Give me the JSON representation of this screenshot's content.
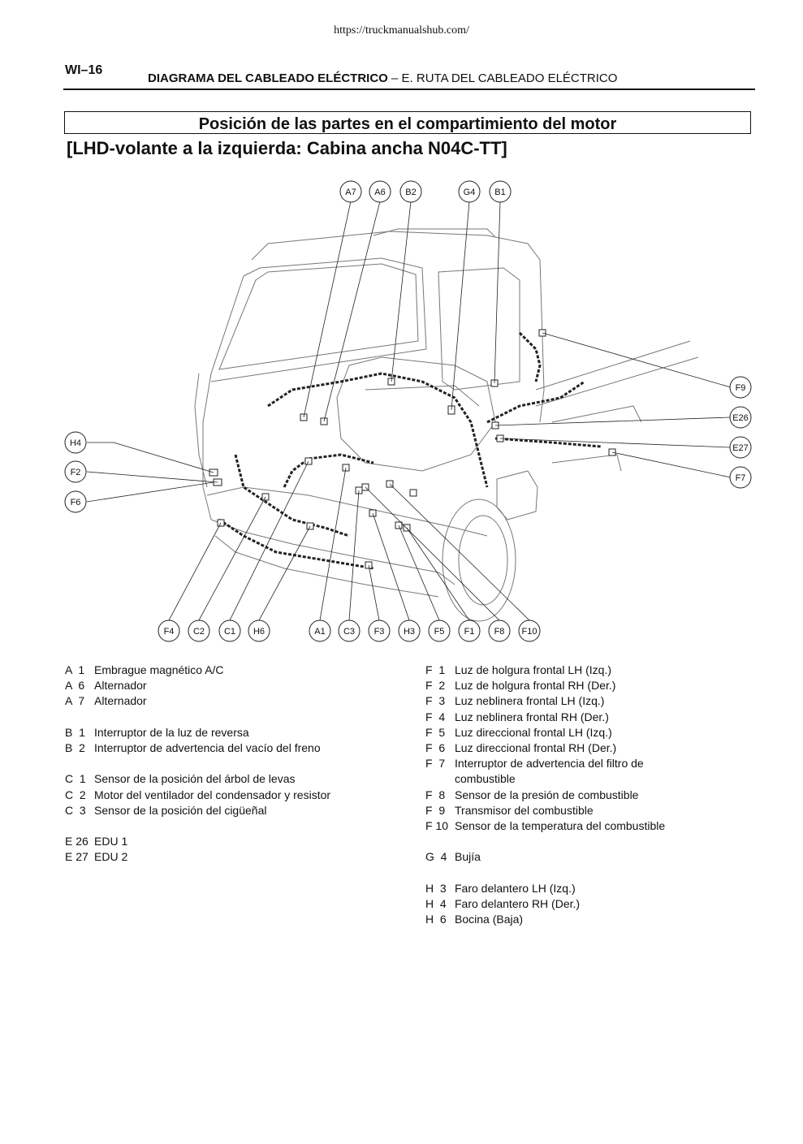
{
  "url": "https://truckmanualshub.com/",
  "page_number": "WI–16",
  "header": {
    "bold": "DIAGRAMA DEL CABLEADO ELÉCTRICO",
    "rest": " – E. RUTA DEL CABLEADO ELÉCTRICO"
  },
  "title": "Posición de las partes en el compartimiento del motor",
  "subtitle": "[LHD-volante a la izquierda: Cabina ancha N04C-TT]",
  "callouts": {
    "A7": "A7",
    "A6": "A6",
    "B2": "B2",
    "G4": "G4",
    "B1": "B1",
    "F9": "F9",
    "E26": "E26",
    "E27": "E27",
    "F7": "F7",
    "H4": "H4",
    "F2": "F2",
    "F6": "F6",
    "F4": "F4",
    "C2": "C2",
    "C1": "C1",
    "H6": "H6",
    "A1": "A1",
    "C3": "C3",
    "F3": "F3",
    "H3": "H3",
    "F5": "F5",
    "F1": "F1",
    "F8": "F8",
    "F10": "F10"
  },
  "legend_left": [
    {
      "code": "A  1",
      "label": "Embrague magnético A/C"
    },
    {
      "code": "A  6",
      "label": "Alternador"
    },
    {
      "code": "A  7",
      "label": "Alternador"
    },
    {
      "code": "",
      "label": ""
    },
    {
      "code": "B  1",
      "label": "Interruptor de la luz de reversa"
    },
    {
      "code": "B  2",
      "label": "Interruptor de advertencia del vacío del freno"
    },
    {
      "code": "",
      "label": ""
    },
    {
      "code": "C  1",
      "label": "Sensor de la posición del árbol de levas"
    },
    {
      "code": "C  2",
      "label": "Motor del ventilador del condensador y resistor"
    },
    {
      "code": "C  3",
      "label": "Sensor de la posición del cigüeñal"
    },
    {
      "code": "",
      "label": ""
    },
    {
      "code": "E 26",
      "label": "EDU 1"
    },
    {
      "code": "E 27",
      "label": "EDU 2"
    }
  ],
  "legend_right": [
    {
      "code": "F  1",
      "label": "Luz de holgura frontal LH (Izq.)"
    },
    {
      "code": "F  2",
      "label": "Luz de holgura frontal RH (Der.)"
    },
    {
      "code": "F  3",
      "label": "Luz neblinera frontal LH (Izq.)"
    },
    {
      "code": "F  4",
      "label": "Luz neblinera frontal RH (Der.)"
    },
    {
      "code": "F  5",
      "label": "Luz direccional frontal LH (Izq.)"
    },
    {
      "code": "F  6",
      "label": "Luz direccional frontal RH (Der.)"
    },
    {
      "code": "F  7",
      "label": "Interruptor de advertencia del filtro de"
    },
    {
      "code": "",
      "label": "combustible"
    },
    {
      "code": "F  8",
      "label": "Sensor de la presión de combustible"
    },
    {
      "code": "F  9",
      "label": "Transmisor del combustible"
    },
    {
      "code": "F 10",
      "label": "Sensor de la temperatura del combustible"
    },
    {
      "code": "",
      "label": ""
    },
    {
      "code": "G  4",
      "label": "Bujía"
    },
    {
      "code": "",
      "label": ""
    },
    {
      "code": "H  3",
      "label": "Faro delantero LH (Izq.)"
    },
    {
      "code": "H  4",
      "label": "Faro delantero RH (Der.)"
    },
    {
      "code": "H  6",
      "label": "Bocina (Baja)"
    }
  ]
}
